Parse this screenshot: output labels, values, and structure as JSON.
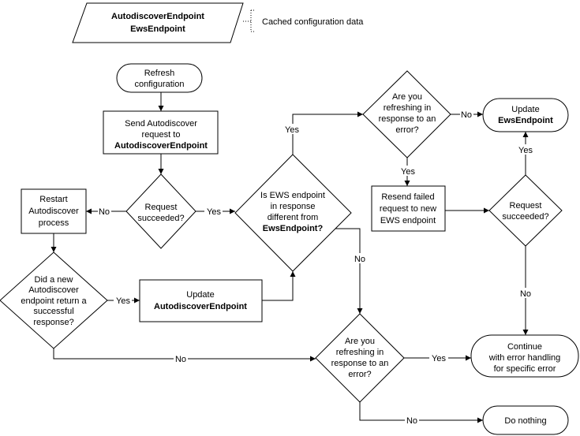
{
  "datastore": {
    "line1": "AutodiscoverEndpoint",
    "line2": "EwsEndpoint",
    "annotation": "Cached configuration data"
  },
  "nodes": {
    "refresh": {
      "line1": "Refresh",
      "line2": "configuration"
    },
    "send_request": {
      "line1": "Send Autodiscover",
      "line2": "request to",
      "line3": "AutodiscoverEndpoint"
    },
    "request_succeeded_left": {
      "line1": "Request",
      "line2": "succeeded?"
    },
    "restart_autodiscover": {
      "line1": "Restart",
      "line2": "Autodiscover",
      "line3": "process"
    },
    "new_endpoint_success": {
      "line1": "Did a new",
      "line2": "Autodiscover",
      "line3": "endpoint return a",
      "line4": "successful",
      "line5": "response?"
    },
    "update_autodiscover": {
      "line1": "Update",
      "line2": "AutodiscoverEndpoint"
    },
    "ews_different": {
      "line1": "Is EWS endpoint",
      "line2": "in response",
      "line3": "different from",
      "line4": "EwsEndpoint?"
    },
    "refreshing_error_top": {
      "line1": "Are you",
      "line2": "refreshing in",
      "line3": "response to an",
      "line4": "error?"
    },
    "update_ews": {
      "line1": "Update",
      "line2": "EwsEndpoint"
    },
    "resend_failed": {
      "line1": "Resend failed",
      "line2": "request to new",
      "line3": "EWS endpoint"
    },
    "request_succeeded_right": {
      "line1": "Request",
      "line2": "succeeded?"
    },
    "refreshing_error_bottom": {
      "line1": "Are you",
      "line2": "refreshing in",
      "line3": "response to an",
      "line4": "error?"
    },
    "continue_error": {
      "line1": "Continue",
      "line2": "with error handling",
      "line3": "for specific error"
    },
    "do_nothing": {
      "line1": "Do nothing"
    }
  },
  "edge_labels": {
    "no_restart": "No",
    "yes_ews_check": "Yes",
    "yes_new_endpoint": "Yes",
    "no_bottom_path": "No",
    "yes_top_check": "Yes",
    "no_ews_same": "No",
    "no_update_ews": "No",
    "yes_resend": "Yes",
    "yes_update_ews": "Yes",
    "no_continue": "No",
    "yes_continue": "Yes",
    "no_do_nothing": "No"
  }
}
